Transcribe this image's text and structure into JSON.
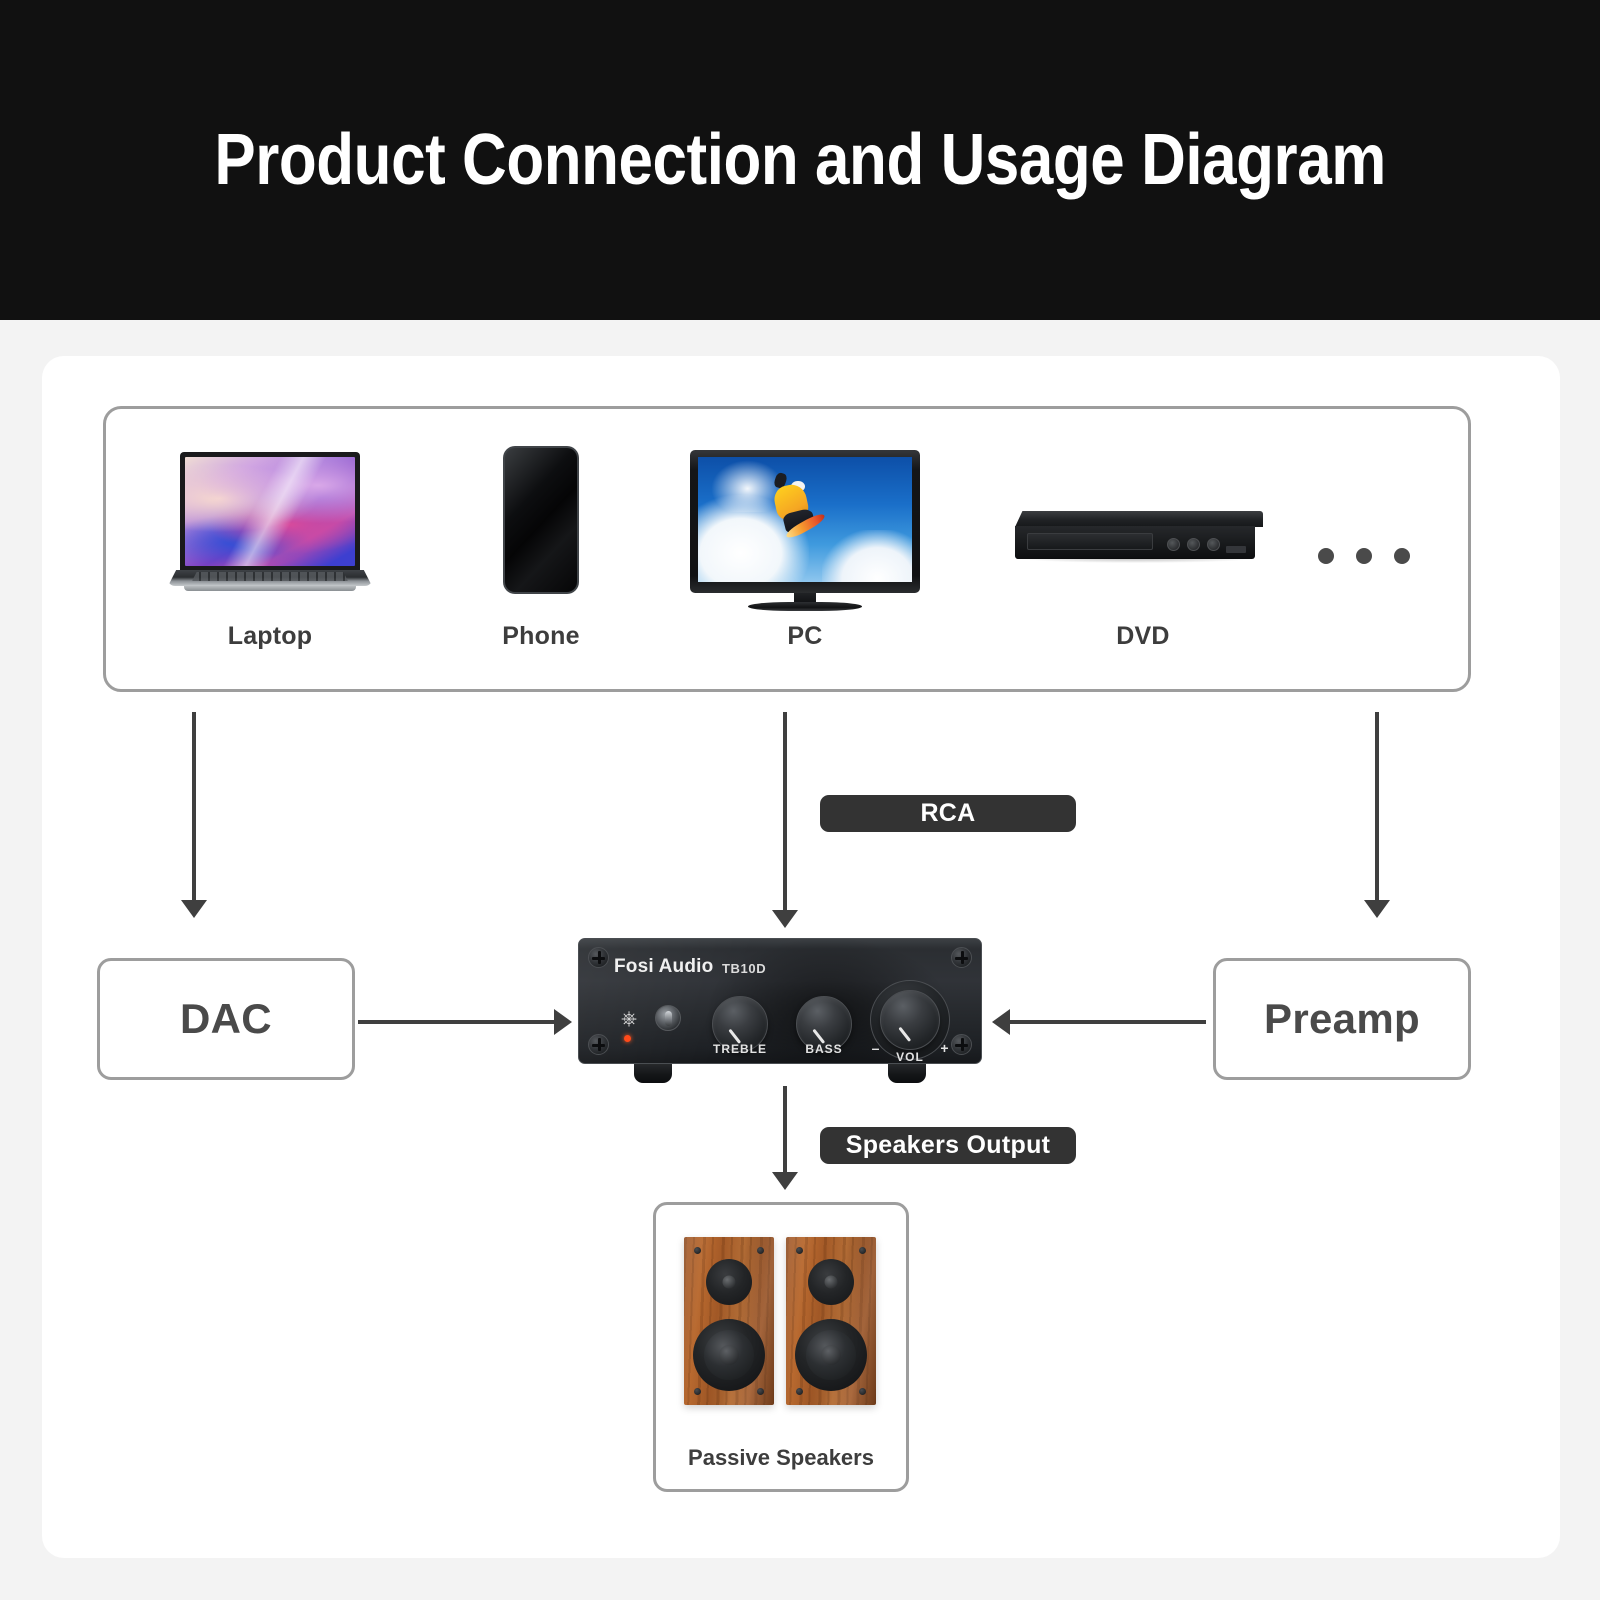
{
  "header": {
    "title": "Product Connection and Usage Diagram",
    "background": "#111111",
    "text_color": "#ffffff"
  },
  "theme": {
    "page_background": "#f3f3f3",
    "card_background": "#ffffff",
    "box_border": "#9d9d9d",
    "arrow_color": "#3f3f3f",
    "badge_background": "#333333",
    "label_color": "#3d3d3d"
  },
  "sources": {
    "items": [
      {
        "label": "Laptop",
        "icon": "laptop-icon"
      },
      {
        "label": "Phone",
        "icon": "phone-icon"
      },
      {
        "label": "PC",
        "icon": "tv-monitor-icon"
      },
      {
        "label": "DVD",
        "icon": "dvd-player-icon"
      },
      {
        "label": "",
        "icon": "ellipsis-icon"
      }
    ]
  },
  "badges": {
    "rca": "RCA",
    "speakers_output": "Speakers Output"
  },
  "side_boxes": {
    "dac": "DAC",
    "preamp": "Preamp"
  },
  "amplifier": {
    "brand": "Fosi Audio",
    "model": "TB10D",
    "controls": {
      "treble": "TREBLE",
      "bass": "BASS",
      "volume": "VOL",
      "vol_minus": "–",
      "vol_plus": "+",
      "power_icon": "power-icon",
      "toggle_icon": "toggle-switch-icon",
      "led_color": "#ff4a1a"
    }
  },
  "output": {
    "speakers_label": "Passive Speakers"
  }
}
